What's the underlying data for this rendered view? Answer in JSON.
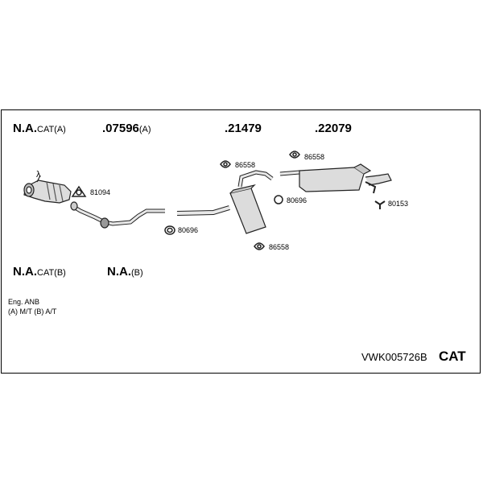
{
  "labels": {
    "cat_a_prefix": "N.A.",
    "cat_a_suffix": "CAT(A)",
    "front_num": ".07596",
    "front_suffix": "(A)",
    "mid_num": ".21479",
    "rear_num": ".22079",
    "cat_b_prefix": "N.A.",
    "cat_b_suffix": "CAT(B)",
    "b_prefix": "N.A.",
    "b_suffix": "(B)"
  },
  "parts": {
    "gasket": "81094",
    "clamp_front": "80696",
    "hanger_top_left": "86558",
    "hanger_top_right": "86558",
    "ring_mid": "80696",
    "bracket_rear": "80153",
    "hanger_bottom": "86558",
    "lambda_symbol": "λ"
  },
  "notes": {
    "engine": "Eng. ANB",
    "transmission": "(A) M/T (B) A/T"
  },
  "footer": {
    "code": "VWK005726B",
    "category": "CAT"
  }
}
